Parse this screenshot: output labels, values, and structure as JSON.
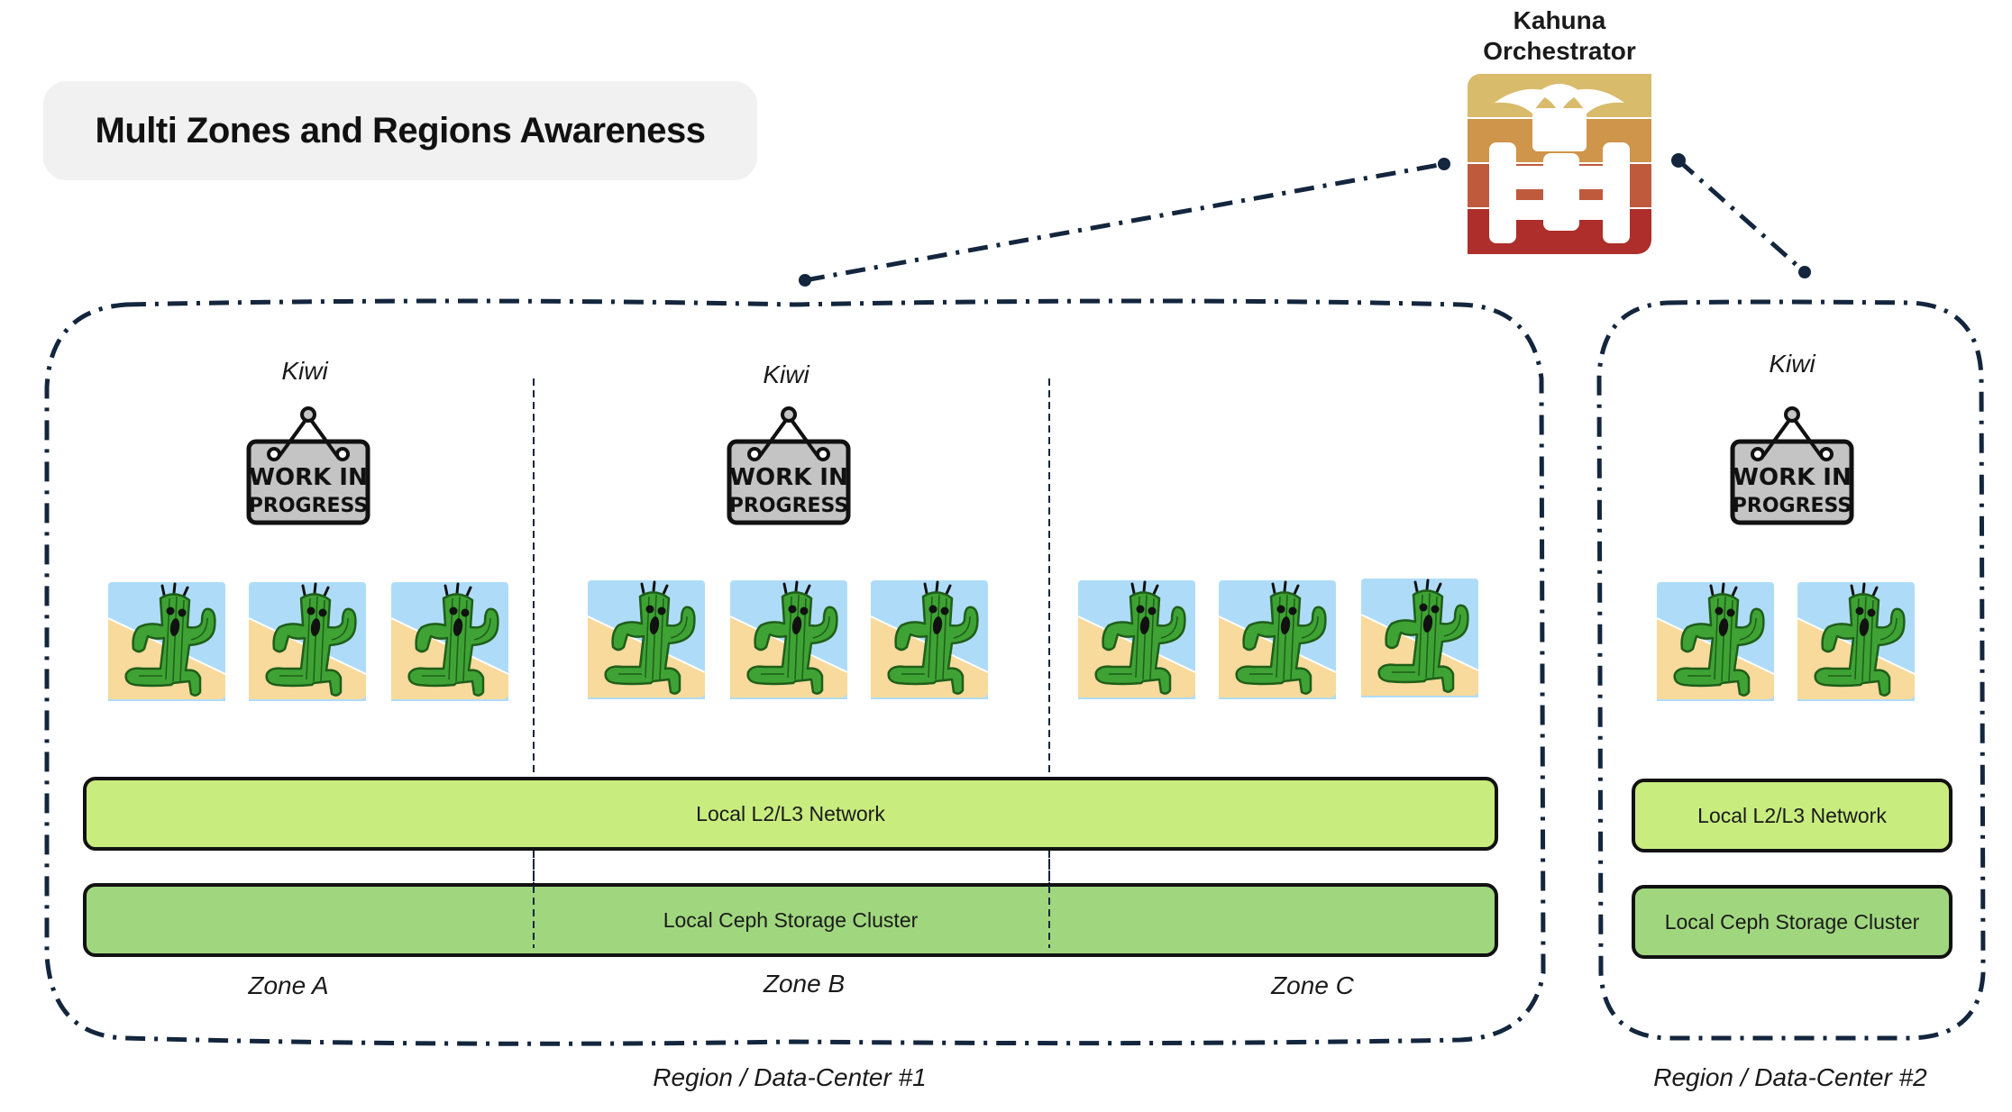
{
  "title": "Multi Zones and Regions Awareness",
  "orchestrator": {
    "label_line1": "Kahuna",
    "label_line2": "Orchestrator",
    "icon": "kahuna-logo-icon",
    "colors": [
      "#d9bb6c",
      "#cf954a",
      "#c05a3d",
      "#ad2e2a"
    ]
  },
  "connector_color": "#13263d",
  "regions": [
    {
      "label": "Region / Data-Center #1",
      "zones": [
        {
          "label": "Zone A",
          "kiwi_label": "Kiwi",
          "has_kiwi": true,
          "sign_text": [
            "WORK IN",
            "PROGRESS"
          ],
          "node_count": 3
        },
        {
          "label": "Zone B",
          "kiwi_label": "Kiwi",
          "has_kiwi": true,
          "sign_text": [
            "WORK IN",
            "PROGRESS"
          ],
          "node_count": 3
        },
        {
          "label": "Zone C",
          "kiwi_label": "",
          "has_kiwi": false,
          "sign_text": [],
          "node_count": 3
        }
      ],
      "network_label": "Local L2/L3 Network",
      "storage_label": "Local Ceph Storage Cluster"
    },
    {
      "label": "Region / Data-Center #2",
      "zones": [
        {
          "label": "",
          "kiwi_label": "Kiwi",
          "has_kiwi": true,
          "sign_text": [
            "WORK IN",
            "PROGRESS"
          ],
          "node_count": 2
        }
      ],
      "network_label": "Local L2/L3 Network",
      "storage_label": "Local Ceph Storage Cluster"
    }
  ],
  "node_icon": "cactuar-node-icon",
  "colors": {
    "network_fill": "#c8ec7e",
    "storage_fill": "#a0d77e",
    "title_bg": "#f1f1f1",
    "sign_fill": "#c4c4c4",
    "sky": "#aedcf8",
    "sand": "#f8da9c",
    "cactus": "#3ea334"
  }
}
